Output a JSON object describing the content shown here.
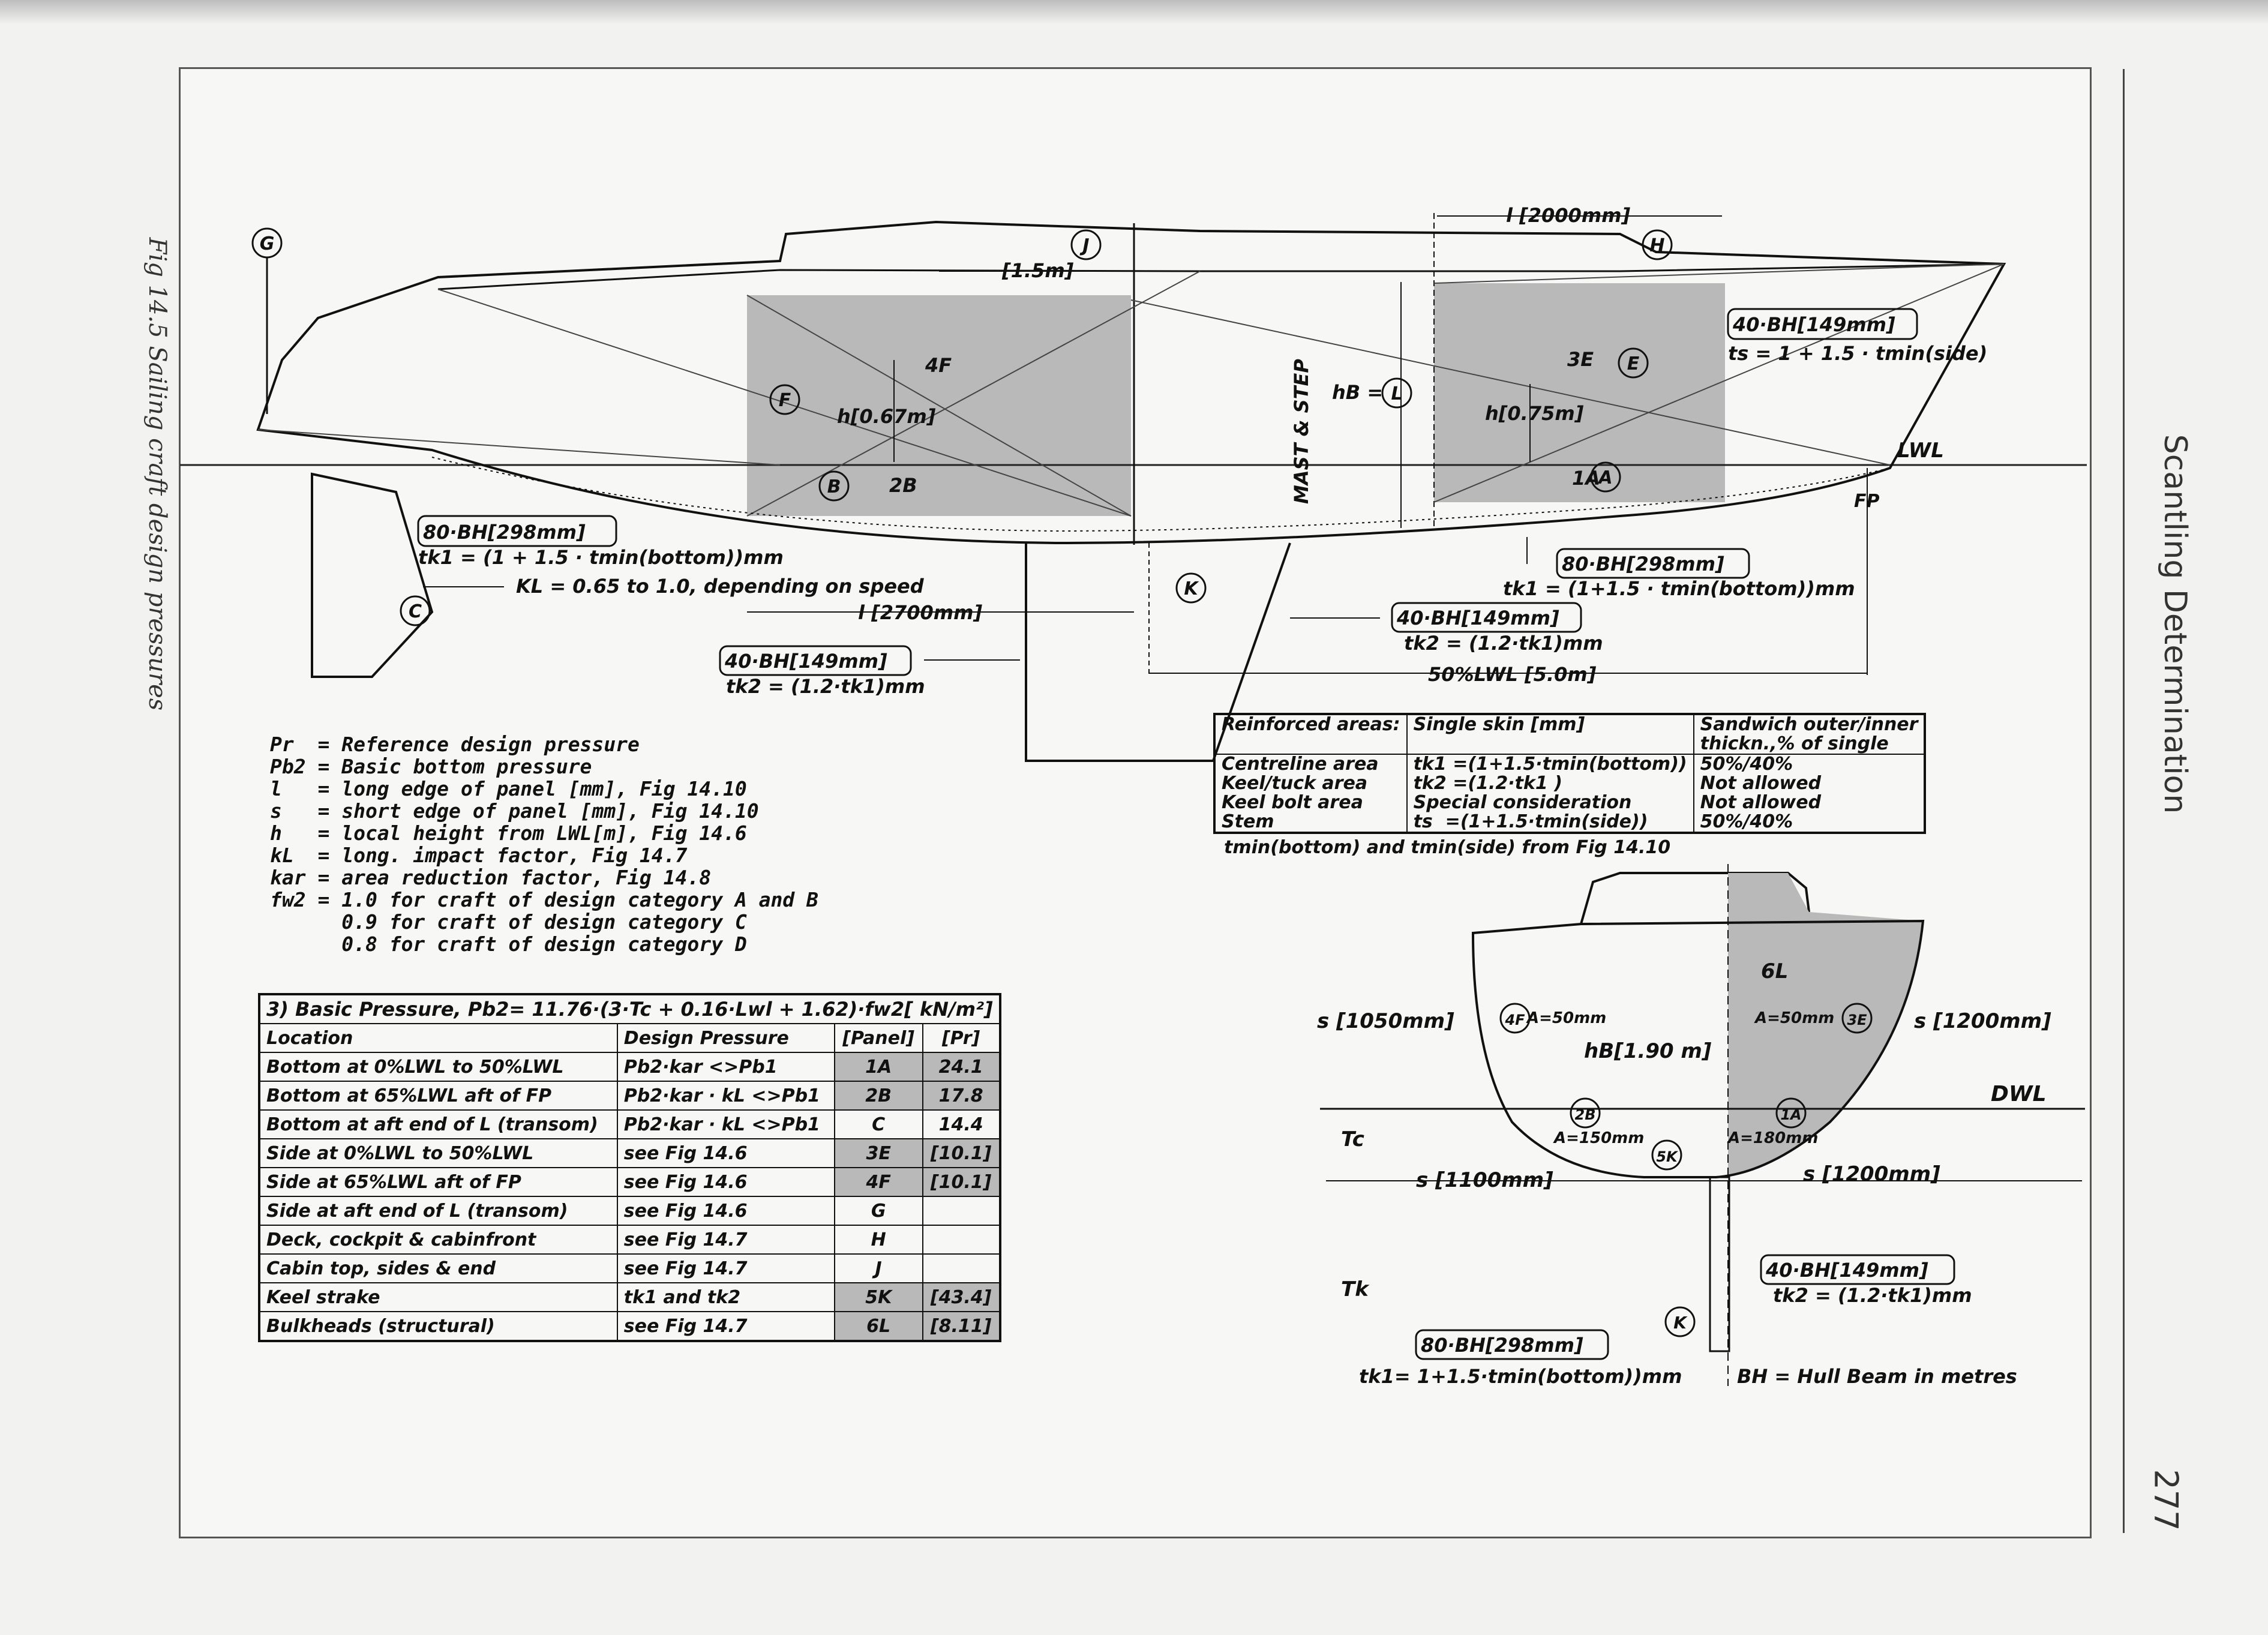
{
  "page": {
    "figure_caption": "Fig 14.5 Sailing craft design pressures",
    "section_title": "Scantling Determination",
    "page_number": "277"
  },
  "labels": {
    "g": "G",
    "j": "J",
    "h_circle": "H",
    "f": "F",
    "e": "E",
    "l": "L",
    "b": "B",
    "a": "A",
    "c": "C",
    "k": "K",
    "dim_2000": "l [2000mm]",
    "dim_1_5": "[1.5m]",
    "dim_h067": "h[0.67m]",
    "dim_h075": "h[0.75m]",
    "hb_eq": "hB =",
    "mast_step": "MAST & STEP",
    "lab_4f": "4F",
    "lab_2b": "2B",
    "lab_3e": "3E",
    "lab_1a": "1A",
    "lwl": "LWL",
    "fp": "FP",
    "stem_box": "40·BH[149mm]",
    "stem_eq": "ts = 1 + 1.5 · tmin(side)",
    "keel_box_left": "80·BH[298mm]",
    "tk1_left": "tk1 = (1 + 1.5 · tmin(bottom))mm",
    "kl_text": "KL = 0.65 to 1.0, depending on speed",
    "l2700": "l [2700mm]",
    "box40_left": "40·BH[149mm]",
    "tk2_left": "tk2 = (1.2·tk1)mm",
    "keel_box_right": "80·BH[298mm]",
    "tk1_right": "tk1 = (1+1.5 · tmin(bottom))mm",
    "box40_right": "40·BH[149mm]",
    "tk2_right": "tk2 = (1.2·tk1)mm",
    "lwl50": "50%LWL [5.0m]"
  },
  "legend": [
    "Pr  = Reference design pressure",
    "Pb2 = Basic bottom pressure",
    "l   = long edge of panel [mm], Fig 14.10",
    "s   = short edge of panel [mm], Fig 14.10",
    "h   = local height from LWL[m], Fig 14.6",
    "kL  = long. impact factor, Fig 14.7",
    "kar = area reduction factor, Fig 14.8",
    "fw2 = 1.0 for craft of design category A and B",
    "      0.9 for craft of design category C",
    "      0.8 for craft of design category D"
  ],
  "pressure_table": {
    "title": "3) Basic   Pressure, Pb2= 11.76·(3·Tc + 0.16·Lwl + 1.62)·fw2[ kN/m²]",
    "headers": [
      "Location",
      "Design Pressure",
      "[Panel]",
      "[Pr]"
    ],
    "rows": [
      [
        "Bottom at 0%LWL to 50%LWL",
        "Pb2·kar      <>Pb1",
        "1A",
        "24.1"
      ],
      [
        "Bottom at 65%LWL aft of FP",
        "Pb2·kar · kL <>Pb1",
        "2B",
        "17.8"
      ],
      [
        "Bottom at aft end of L (transom)",
        "Pb2·kar · kL <>Pb1",
        "C",
        "14.4"
      ],
      [
        "Side at 0%LWL to 50%LWL",
        "see Fig 14.6",
        "3E",
        "[10.1]"
      ],
      [
        "Side at 65%LWL aft of FP",
        "see Fig 14.6",
        "4F",
        "[10.1]"
      ],
      [
        "Side at aft end of L (transom)",
        "see Fig 14.6",
        "G",
        ""
      ],
      [
        "Deck, cockpit & cabinfront",
        "see Fig 14.7",
        "H",
        ""
      ],
      [
        "Cabin top, sides & end",
        "see Fig 14.7",
        "J",
        ""
      ],
      [
        "Keel strake",
        "tk1 and tk2",
        "5K",
        "[43.4]"
      ],
      [
        "Bulkheads (structural)",
        "see Fig 14.7",
        "6L",
        "[8.11]"
      ]
    ]
  },
  "reinforced_table": {
    "headers": [
      "Reinforced areas:",
      "Single skin [mm]",
      "Sandwich outer/inner\nthickn.,% of single"
    ],
    "col1": "Centreline area\nKeel/tuck area\nKeel bolt area\nStem",
    "col2": "tk1 =(1+1.5·tmin(bottom))\ntk2 =(1.2·tk1 )\nSpecial consideration\nts  =(1+1.5·tmin(side))",
    "col3": "50%/40%\nNot allowed\nNot allowed\n50%/40%",
    "note": "tmin(bottom) and tmin(side) from Fig 14.10"
  },
  "section": {
    "s1050": "s [1050mm]",
    "s1200_top": "s [1200mm]",
    "hb190": "hB[1.90 m]",
    "a50_left": "A=50mm",
    "a50_right": "A=50mm",
    "a150": "A=150mm",
    "a180": "A=180mm",
    "six_l": "6L",
    "dwl": "DWL",
    "tc": "Tc",
    "tk": "Tk",
    "s1100": "s [1100mm]",
    "s1200_bot": "s [1200mm]",
    "box40": "40·BH[149mm]",
    "tk2": "tk2 = (1.2·tk1)mm",
    "box80": "80·BH[298mm]",
    "tk1": "tk1= 1+1.5·tmin(bottom))mm",
    "bh": "BH = Hull Beam in metres",
    "c4f": "4F",
    "c3e": "3E",
    "c2b": "2B",
    "c1a": "1A",
    "c5k": "5K",
    "ck": "K"
  },
  "colors": {
    "shade": "#b9b9b9",
    "ink": "#111111"
  }
}
